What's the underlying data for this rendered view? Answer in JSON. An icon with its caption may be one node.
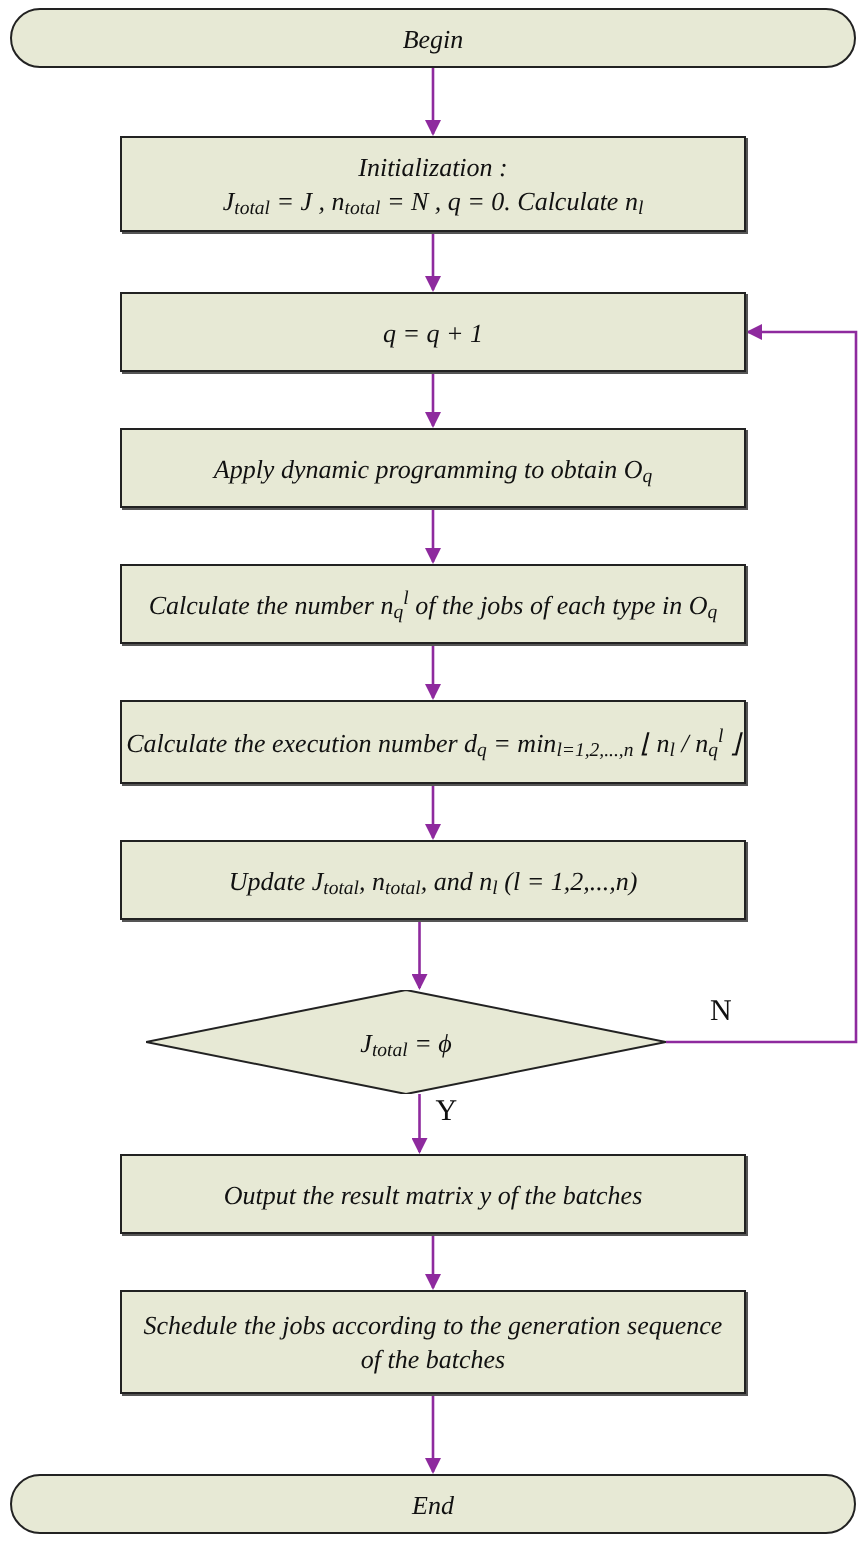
{
  "diagram": {
    "nodes": [
      {
        "text": [
          "Begin"
        ]
      },
      {
        "text": [
          "Initialization :",
          "J$_{total}$ = J , n$_{total}$ = N , q = 0. Calculate n$_{l}$"
        ]
      },
      {
        "text": [
          "q = q + 1"
        ]
      },
      {
        "text": [
          "Apply dynamic programming to obtain  O$_{q}$"
        ]
      },
      {
        "text": [
          "Calculate the number n$_{q}$$^{l}$ of the jobs of each type in O$_{q}$"
        ]
      },
      {
        "text": [
          "Calculate the execution number d$_{q}$ = min$_{l=1,2,...,n}$ ⌊ n$_{l}$ / n$_{q}$$^{l}$ ⌋"
        ]
      },
      {
        "text": [
          "Update J$_{total}$, n$_{total}$, and n$_{l}$ (l = 1,2,...,n)"
        ]
      },
      {
        "text": [
          "J$_{total}$ = ϕ"
        ]
      },
      {
        "text": [
          "Output the result matrix y of the batches"
        ]
      },
      {
        "text": [
          "Schedule the jobs according to the generation sequence of the batches"
        ]
      },
      {
        "text": [
          "End"
        ]
      }
    ],
    "edges": [
      {
        "from": 0,
        "to": 1,
        "arrow": "to"
      },
      {
        "from": 1,
        "to": 2,
        "arrow": "to"
      },
      {
        "from": 2,
        "to": 3,
        "arrow": "to"
      },
      {
        "from": 3,
        "to": 4,
        "arrow": "to"
      },
      {
        "from": 4,
        "to": 5,
        "arrow": "to"
      },
      {
        "from": 5,
        "to": 6,
        "arrow": "to"
      },
      {
        "from": 6,
        "to": 7,
        "arrow": "to"
      },
      {
        "from": 7,
        "to": 8,
        "arrow": "to",
        "label": "Y"
      },
      {
        "from": 7,
        "to": 2,
        "arrow": "to",
        "label": "N"
      },
      {
        "from": 8,
        "to": 9,
        "arrow": "to"
      },
      {
        "from": 9,
        "to": 10,
        "arrow": "to"
      }
    ]
  }
}
